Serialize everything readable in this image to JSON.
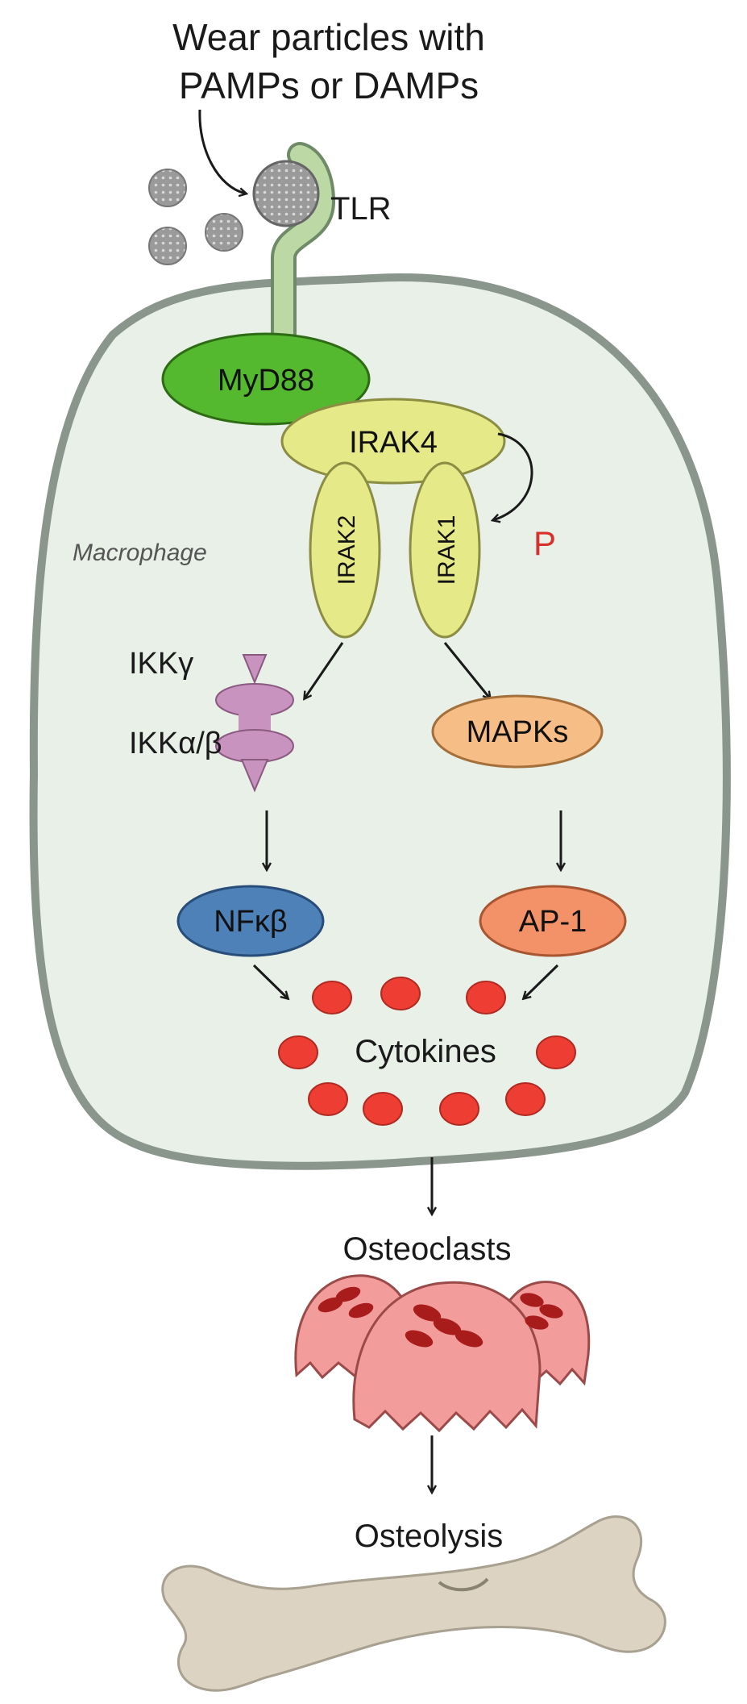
{
  "header": {
    "line1": "Wear particles with",
    "line2": "PAMPs or DAMPs"
  },
  "receptor": {
    "label": "TLR"
  },
  "cell": {
    "label": "Macrophage",
    "fill": "#eaf1ea",
    "stroke": "#8a958c"
  },
  "nodes": {
    "myd88": {
      "label": "MyD88",
      "color": "#55b92f"
    },
    "irak4": {
      "label": "IRAK4",
      "color": "#e5e987"
    },
    "irak2": {
      "label": "IRAK2",
      "color": "#e5e987"
    },
    "irak1": {
      "label": "IRAK1",
      "color": "#e5e987"
    },
    "phospho": {
      "label": "P",
      "color": "#d8302a"
    },
    "ikk_gamma": {
      "label": "IKKγ"
    },
    "ikk_ab": {
      "label": "IKKα/β",
      "color": "#c993bf"
    },
    "mapks": {
      "label": "MAPKs",
      "color": "#f7bd86"
    },
    "nfkb": {
      "label": "NFκβ",
      "color": "#4f81b9"
    },
    "ap1": {
      "label": "AP-1",
      "color": "#f39168"
    },
    "cytokines": {
      "label": "Cytokines",
      "color": "#ee3e33"
    }
  },
  "outcomes": {
    "osteoclasts": {
      "label": "Osteoclasts",
      "color": "#f29c9c",
      "nucleus_color": "#a81c1c"
    },
    "osteolysis": {
      "label": "Osteolysis",
      "bone_color": "#ddd3c2"
    }
  }
}
